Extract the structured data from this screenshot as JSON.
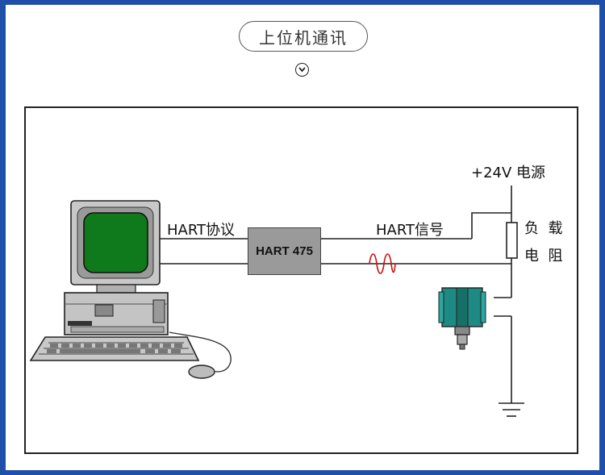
{
  "header": {
    "title": "上位机通讯"
  },
  "diagram": {
    "hart_protocol_label": "HART协议",
    "hart_device_label": "HART 475",
    "hart_signal_label": "HART信号",
    "power_label": "+24V 电源",
    "load_label_line1": "负  载",
    "load_label_line2": "电  阻"
  },
  "icons": {
    "scroll_indicator": "chevron-down-circle-icon"
  }
}
